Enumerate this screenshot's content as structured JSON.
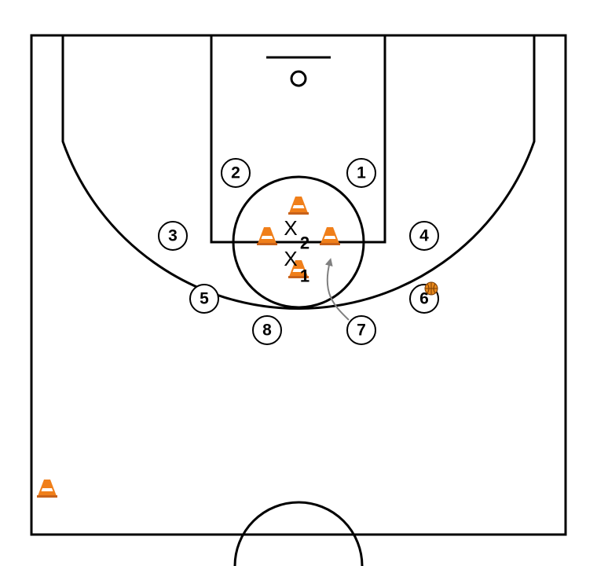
{
  "diagram": {
    "offense_players": [
      {
        "label": "1"
      },
      {
        "label": "2"
      },
      {
        "label": "3"
      },
      {
        "label": "4"
      },
      {
        "label": "5"
      },
      {
        "label": "6"
      },
      {
        "label": "7"
      },
      {
        "label": "8"
      }
    ],
    "defenders": [
      {
        "letter": "X",
        "number": "2"
      },
      {
        "letter": "X",
        "number": "1"
      }
    ],
    "ball_holder": "6",
    "cone_count": 5,
    "colors": {
      "lines": "#000000",
      "cone_orange": "#f07f1a",
      "cone_stripe": "#ffffff",
      "ball": "#e8891c",
      "movement_arrow": "#808080"
    }
  }
}
